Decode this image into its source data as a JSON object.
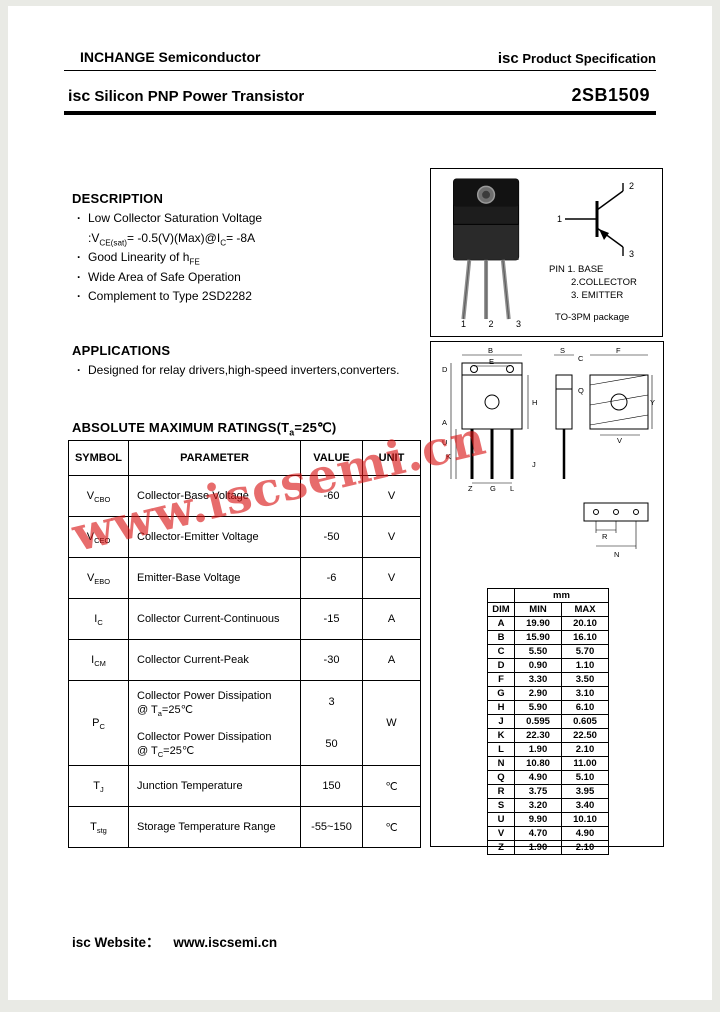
{
  "ui": {
    "bullet": "·"
  },
  "header": {
    "company": "INCHANGE Semiconductor",
    "brand": "isc",
    "spec_label": " Product Specification"
  },
  "title": {
    "brand": "isc",
    "product": " Silicon PNP Power Transistor",
    "part_number": "2SB1509"
  },
  "description": {
    "heading": "DESCRIPTION",
    "items": [
      "Low Collector Saturation Voltage",
      ":V{CE(sat)}= -0.5(V)(Max)@I{C}= -8A",
      "Good Linearity of h{FE}",
      "Wide Area of Safe Operation",
      "Complement to Type 2SD2282"
    ]
  },
  "applications": {
    "heading": "APPLICATIONS",
    "item": "Designed for relay drivers,high-speed inverters,converters."
  },
  "package_panel": {
    "pin_line1": "PIN  1. BASE",
    "pin_line2": "2.COLLECTOR",
    "pin_line3": "3. EMITTER",
    "package_name": "TO-3PM  package",
    "leg_numbers": [
      "1",
      "2",
      "3"
    ],
    "symbol_pins": [
      "1",
      "2",
      "3"
    ]
  },
  "ratings": {
    "heading": "ABSOLUTE MAXIMUM RATINGS(T{a}=25℃)",
    "columns": [
      "SYMBOL",
      "PARAMETER",
      "VALUE",
      "UNIT"
    ],
    "rows_top": [
      {
        "symbol": "V{CBO}",
        "parameter": "Collector-Base Voltage",
        "value": "-60",
        "unit": "V"
      },
      {
        "symbol": "V{CEO}",
        "parameter": "Collector-Emitter Voltage",
        "value": "-50",
        "unit": "V"
      },
      {
        "symbol": "V{EBO}",
        "parameter": "Emitter-Base Voltage",
        "value": "-6",
        "unit": "V"
      },
      {
        "symbol": "I{C}",
        "parameter": "Collector Current-Continuous",
        "value": "-15",
        "unit": "A"
      },
      {
        "symbol": "I{CM}",
        "parameter": "Collector Current-Peak",
        "value": "-30",
        "unit": "A"
      }
    ],
    "pc_row": {
      "symbol": "P{C}",
      "param1": "Collector Power Dissipation",
      "cond1": "@ T{a}=25℃",
      "value1": "3",
      "param2": "Collector Power Dissipation",
      "cond2": "@ T{C}=25℃",
      "value2": "50",
      "unit": "W"
    },
    "rows_bottom": [
      {
        "symbol": "T{J}",
        "parameter": "Junction Temperature",
        "value": "150",
        "unit": "℃"
      },
      {
        "symbol": "T{stg}",
        "parameter": "Storage Temperature Range",
        "value": "-55~150",
        "unit": "℃"
      }
    ]
  },
  "dimensions": {
    "unit_header": "mm",
    "columns": [
      "DIM",
      "MIN",
      "MAX"
    ],
    "rows": [
      [
        "A",
        "19.90",
        "20.10"
      ],
      [
        "B",
        "15.90",
        "16.10"
      ],
      [
        "C",
        "5.50",
        "5.70"
      ],
      [
        "D",
        "0.90",
        "1.10"
      ],
      [
        "F",
        "3.30",
        "3.50"
      ],
      [
        "G",
        "2.90",
        "3.10"
      ],
      [
        "H",
        "5.90",
        "6.10"
      ],
      [
        "J",
        "0.595",
        "0.605"
      ],
      [
        "K",
        "22.30",
        "22.50"
      ],
      [
        "L",
        "1.90",
        "2.10"
      ],
      [
        "N",
        "10.80",
        "11.00"
      ],
      [
        "Q",
        "4.90",
        "5.10"
      ],
      [
        "R",
        "3.75",
        "3.95"
      ],
      [
        "S",
        "3.20",
        "3.40"
      ],
      [
        "U",
        "9.90",
        "10.10"
      ],
      [
        "V",
        "4.70",
        "4.90"
      ],
      [
        "Z",
        "1.90",
        "2.10"
      ]
    ],
    "labels": [
      "A",
      "B",
      "C",
      "D",
      "E",
      "F",
      "G",
      "H",
      "J",
      "K",
      "L",
      "N",
      "Q",
      "R",
      "S",
      "U",
      "V",
      "Y",
      "Z"
    ]
  },
  "watermark": "www.iscsemi.cn",
  "footer": {
    "label": "isc Website：",
    "url": "www.iscsemi.cn"
  }
}
